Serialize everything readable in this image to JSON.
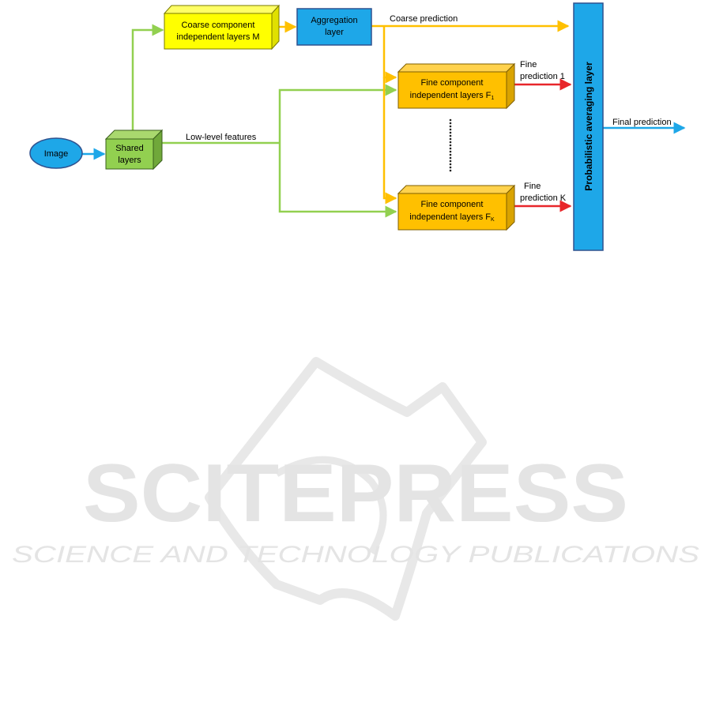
{
  "nodes": {
    "image": "Image",
    "shared": [
      "Shared",
      "layers"
    ],
    "coarse": [
      "Coarse component",
      "independent layers M"
    ],
    "aggregation": [
      "Aggregation",
      "layer"
    ],
    "fine1": {
      "line1": "Fine component",
      "line2": "independent layers F",
      "sub": "1"
    },
    "fineK": {
      "line1": "Fine component",
      "line2": "independent layers F",
      "sub": "K"
    },
    "averaging": "Probabilistic averaging layer"
  },
  "edge_labels": {
    "low_level": "Low-level features",
    "coarse_pred": "Coarse prediction",
    "fine_pred_1": [
      "Fine",
      "prediction 1"
    ],
    "fine_pred_k": [
      "Fine",
      "prediction K"
    ],
    "final_pred": "Final prediction"
  },
  "watermark": {
    "main": "SCITEPRESS",
    "sub": "SCIENCE AND TECHNOLOGY PUBLICATIONS"
  },
  "colors": {
    "image_fill": "#1ea7e8",
    "shared_fill": "#92d050",
    "coarse_fill": "#ffff00",
    "aggregation_fill": "#1ea7e8",
    "fine_fill": "#ffc000",
    "averaging_fill": "#1ea7e8",
    "green_edge": "#92d050",
    "orange_edge": "#ffc000",
    "red_edge": "#e8262a",
    "blue_edge": "#1ea7e8",
    "watermark": "#ececec"
  },
  "icons": {
    "dots": "vertical-ellipsis-icon",
    "logo": "book-outline-logo-icon"
  }
}
